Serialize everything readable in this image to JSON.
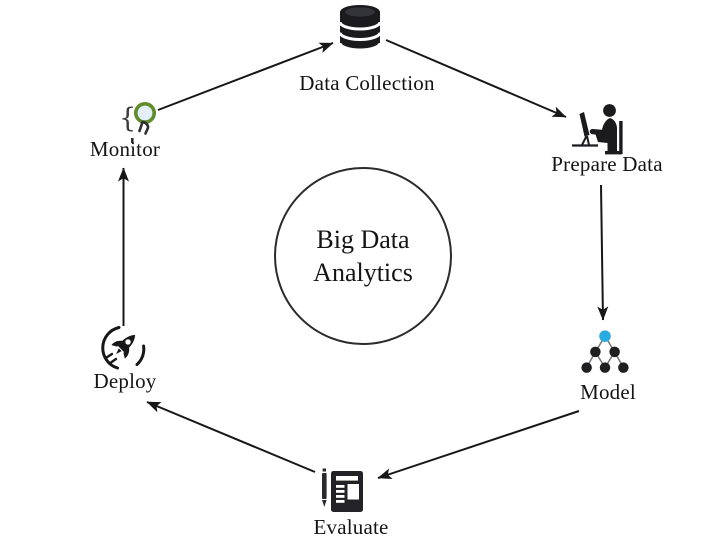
{
  "center": {
    "line1": "Big Data",
    "line2": "Analytics"
  },
  "nodes": [
    {
      "id": "data-collection",
      "label": "Data Collection",
      "icon": "database-icon"
    },
    {
      "id": "prepare-data",
      "label": "Prepare Data",
      "icon": "person-at-computer-icon"
    },
    {
      "id": "model",
      "label": "Model",
      "icon": "decision-tree-icon"
    },
    {
      "id": "evaluate",
      "label": "Evaluate",
      "icon": "report-pen-icon"
    },
    {
      "id": "deploy",
      "label": "Deploy",
      "icon": "rocket-launch-icon"
    },
    {
      "id": "monitor",
      "label": "Monitor",
      "icon": "code-magnifier-icon"
    }
  ],
  "edges": [
    {
      "from": "monitor",
      "to": "data-collection"
    },
    {
      "from": "data-collection",
      "to": "prepare-data"
    },
    {
      "from": "prepare-data",
      "to": "model"
    },
    {
      "from": "model",
      "to": "evaluate"
    },
    {
      "from": "evaluate",
      "to": "deploy"
    },
    {
      "from": "deploy",
      "to": "monitor"
    }
  ],
  "colors": {
    "background": "#ffffff",
    "line": "#171717",
    "text": "#141414",
    "icon": "#1b1b1e",
    "model_root_node": "#29abe2",
    "model_edge": "#7a7a7a",
    "monitor_lens_ring": "#5f8d2b",
    "monitor_lens_fill": "#e4eef6"
  }
}
